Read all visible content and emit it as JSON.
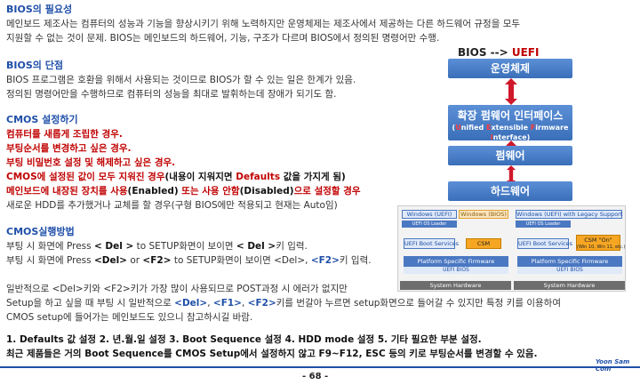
{
  "s1": {
    "title": "BIOS의 필요성",
    "l1": "메인보드 제조사는 컴퓨터의 성능과 기능을 향상시키기 위해 노력하지만 운영체제는 제조사에서 제공하는 다른 하드웨어 규정을 모두",
    "l2": "지원할 수 없는 것이 문제. BIOS는 메인보드의 하드웨어, 기능, 구조가 다르며 BIOS에서 정의된 명령어만 수행."
  },
  "s2": {
    "title": "BIOS의 단점",
    "l1": "BIOS 프로그램은 호환을 위해서 사용되는 것이므로 BIOS가 할 수 있는 일은 한계가 있음.",
    "l2": "정의된 명령어만을 수행하므로 컴퓨터의 성능을 최대로 발휘하는데 장애가 되기도 함."
  },
  "s3": {
    "title": "CMOS 설정하기",
    "r1": "컴퓨터를 새롭게 조립한 경우.",
    "r2": "부팅순서를 변경하고 싶은 경우.",
    "r3": "부팅 비밀번호 설정 및 해제하고 싶은 경우.",
    "r4a": "CMOS에 설정된 값이 모두 지워진 경우",
    "r4b": "(내용이 지워지면 ",
    "r4c": "Defaults",
    "r4d": " 값을 가지게 됨)",
    "r5a": "메인보드에 내장된 장치를 사용",
    "r5b": "(Enabled)",
    "r5c": " 또는 사용 안함",
    "r5d": "(Disabled)",
    "r5e": "으로  설정할 경우",
    "l6": "새로운 HDD를 추가했거나 교체를 할 경우(구형 BIOS에만 적용되고 현재는 Auto임)"
  },
  "s4": {
    "title": "CMOS실행방법",
    "l1a": "부팅 시 화면에 Press ",
    "l1b": "< Del >",
    "l1c": " to SETUP화면이 보이면 ",
    "l1d": "< Del >",
    "l1e": "키 입력.",
    "l2a": "부팅 시 화면에 Press ",
    "l2b": "<Del>",
    "l2c": " or ",
    "l2d": "<F2>",
    "l2e": " to SETUP화면이 보이면 <Del>, ",
    "l2f": "<F2>",
    "l2g": "키 입력.",
    "p1": "일반적으로 <Del>키와 <F2>키가 가장 많이 사용되므로 POST과정 시 에러가 없지만",
    "p2a": "Setup을 하고 싶을 때 부팅 시 일반적으로 ",
    "p2b": "<Del>",
    "p2c": ", ",
    "p2d": "<F1>",
    "p2e": ", ",
    "p2f": "<F2>",
    "p2g": "키를 번갈아 누르면 setup화면으로 들어갈 수 있지만 특정 키를 이용하여",
    "p3": "CMOS setup에 들어가는 메인보드도 있으니 참고하시길 바람."
  },
  "summary": {
    "l1": "1. Defaults 값 설정  2. 년.월.일 설정  3. Boot Sequence 설정  4. HDD mode 설정  5. 기타 필요한 부분 설정.",
    "l2": "최근 제품들은 거의 Boot Sequence를 CMOS Setup에서 설정하지 않고 F9~F12, ESC 등의 키로 부팅순서를 변경할 수 있음."
  },
  "flow": {
    "title_a": "BIOS --> ",
    "title_b": "UEFI",
    "os": "운영체제",
    "uefi_ko": "확장 펌웨어 인터페이스",
    "uefi_sub_1": "U",
    "uefi_sub_2": "nified ",
    "uefi_sub_3": "E",
    "uefi_sub_4": "xtensible ",
    "uefi_sub_5": "F",
    "uefi_sub_6": "irmware ",
    "uefi_sub_7": "I",
    "uefi_sub_8": "nterface)",
    "uefi_sub_0": "(",
    "fw": "펌웨어",
    "hw": "하드웨어"
  },
  "biospic": {
    "left": {
      "win_uefi": "Windows (UEFI)",
      "win_bios": "Windows (BIOS)",
      "loader": "UEFI OS Loader",
      "boot_services": "UEFI Boot Services",
      "csm": "CSM",
      "psf": "Platform Specific Firmware",
      "uefi_bios": "UEFI BIOS",
      "hw": "System Hardware"
    },
    "right": {
      "win_legacy": "Windows (UEFI) with Legacy Support",
      "loader": "UEFI OS Loader",
      "boot_services": "UEFI Boot Services",
      "csm_on": "CSM \"On\"",
      "csm_note": "(Win 10, Win 11, etc.)",
      "psf": "Platform Specific Firmware",
      "uefi_bios": "UEFI BIOS",
      "hw": "System Hardware"
    }
  },
  "footer": {
    "page": "- 68 -",
    "brand": "Yoon Sam Com"
  },
  "colors": {
    "accent_blue": "#1f4fa8",
    "accent_red": "#c00000",
    "flow_blue": "#3a6fb9",
    "arrow_red": "#d0182b"
  }
}
